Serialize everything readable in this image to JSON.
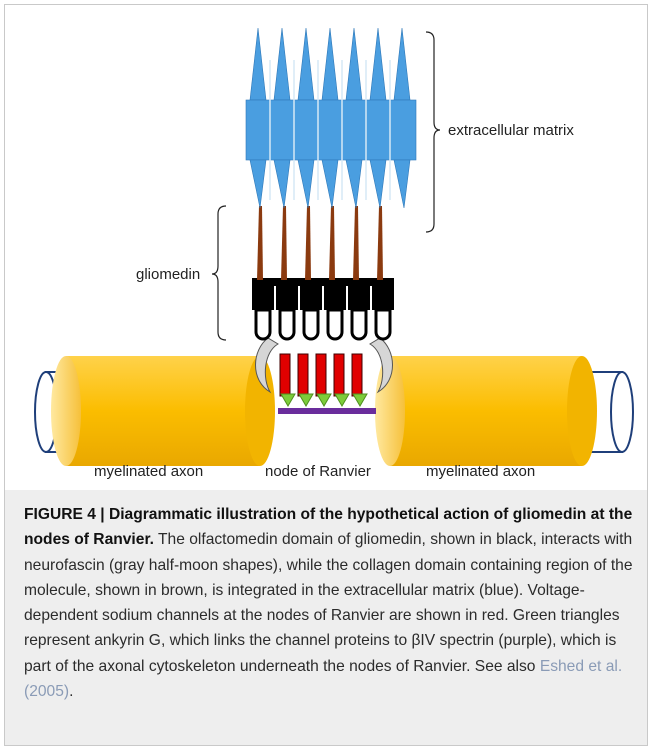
{
  "diagram": {
    "labels": {
      "extracellular_matrix": "extracellular matrix",
      "gliomedin": "gliomedin",
      "myelinated_axon_left": "myelinated axon",
      "node_of_ranvier": "node of Ranvier",
      "myelinated_axon_right": "myelinated axon"
    },
    "colors": {
      "extracellular_matrix": "#4a9ee0",
      "collagen_domain": "#8b3a0f",
      "olfactomedin_domain": "#000000",
      "neurofascin": "#d6d6d6",
      "sodium_channel": "#e00000",
      "ankyrin_g": "#7ccc3a",
      "spectrin": "#6a2d9c",
      "myelin": "#fbbd00",
      "axon_outline": "#1f3f7a"
    }
  },
  "caption": {
    "figure_label": "FIGURE 4 | Diagrammatic illustration of the hypothetical action of gliomedin at the nodes of Ranvier.",
    "body": " The olfactomedin domain of gliomedin, shown in black, interacts with neurofascin (gray half-moon shapes), while the collagen domain containing region of the molecule, shown in brown, is integrated in the extracellular matrix (blue). Voltage-dependent sodium channels at the nodes of Ranvier are shown in red. Green triangles represent ankyrin G, which links the channel proteins to βIV spectrin (purple), which is part of the axonal cytoskeleton underneath the nodes of Ranvier. See also ",
    "reference": "Eshed et al. (2005)",
    "end": "."
  }
}
